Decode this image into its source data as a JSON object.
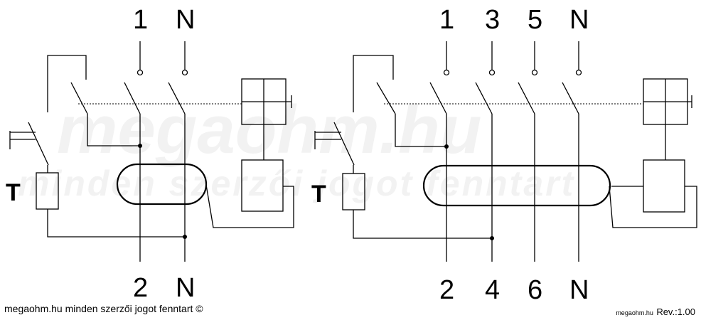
{
  "watermark": {
    "line1": "megaohm.hu",
    "line2": "minden szerzői jogot fenntart"
  },
  "left_diagram": {
    "top_labels": [
      "1",
      "N"
    ],
    "bottom_labels": [
      "2",
      "N"
    ],
    "test_label": "T"
  },
  "right_diagram": {
    "top_labels": [
      "1",
      "3",
      "5",
      "N"
    ],
    "bottom_labels": [
      "2",
      "4",
      "6",
      "N"
    ],
    "test_label": "T"
  },
  "footer": {
    "copyright": "megaohm.hu minden szerzői jogot fenntart ©",
    "site_small": "megaohm.hu",
    "revision": "Rev.:1.00"
  }
}
